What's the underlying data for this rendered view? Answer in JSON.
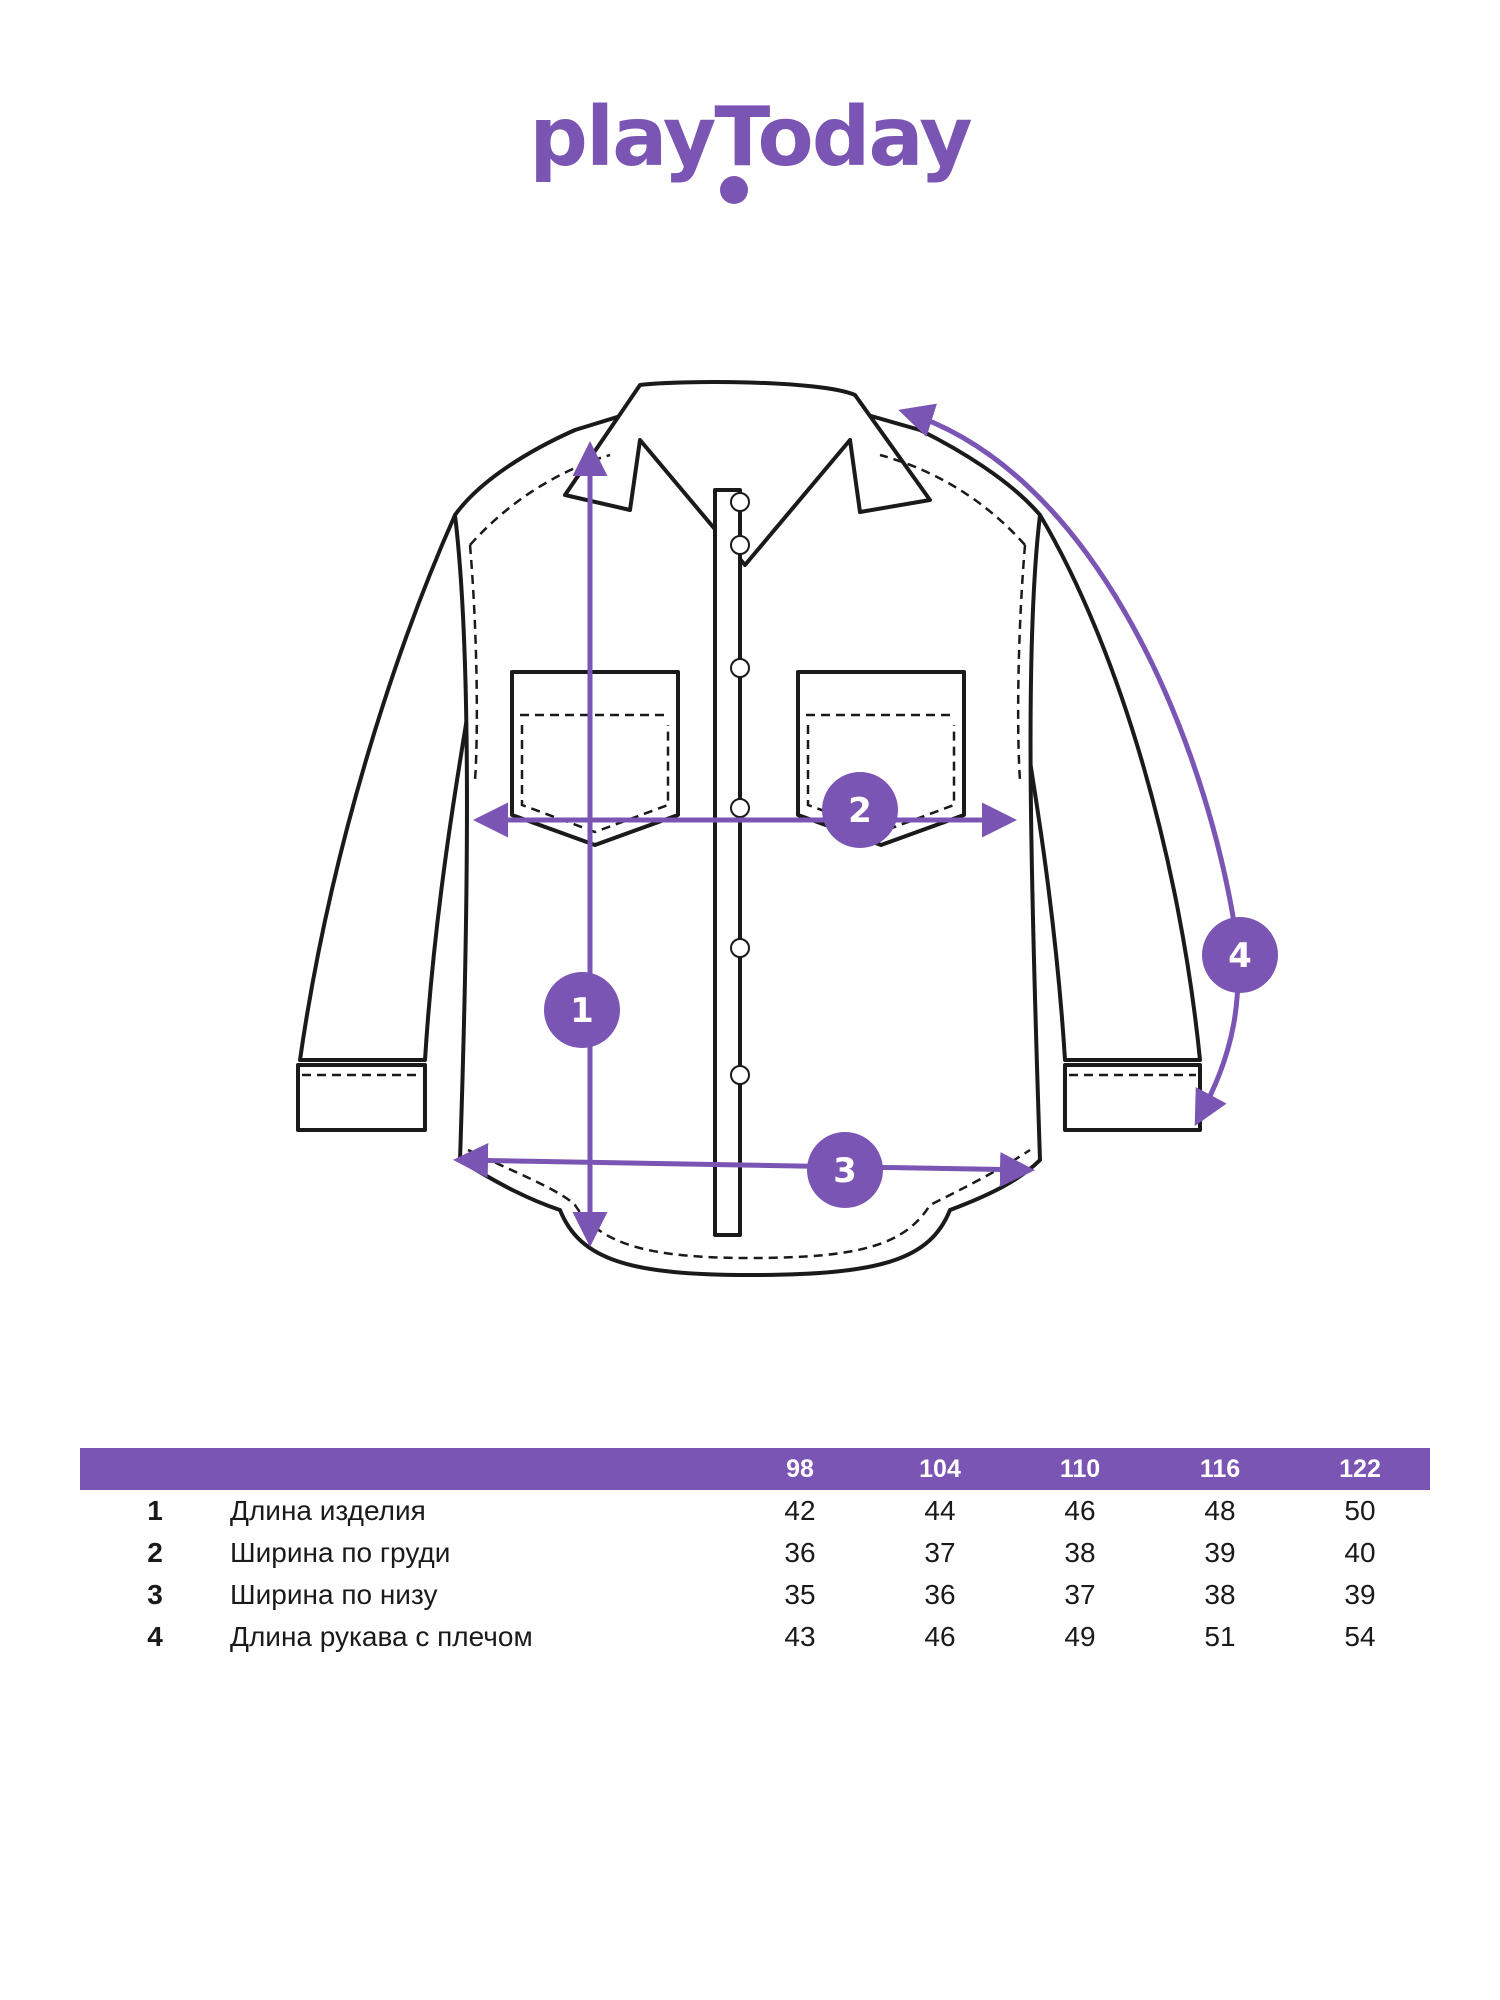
{
  "brand": {
    "logo_text": "playToday",
    "color": "#7a55b3"
  },
  "diagram": {
    "markers": [
      {
        "id": "1",
        "label": "1"
      },
      {
        "id": "2",
        "label": "2"
      },
      {
        "id": "3",
        "label": "3"
      },
      {
        "id": "4",
        "label": "4"
      }
    ]
  },
  "size_table": {
    "sizes": [
      "98",
      "104",
      "110",
      "116",
      "122"
    ],
    "rows": [
      {
        "num": "1",
        "name": "Длина изделия",
        "values": [
          "42",
          "44",
          "46",
          "48",
          "50"
        ]
      },
      {
        "num": "2",
        "name": "Ширина по груди",
        "values": [
          "36",
          "37",
          "38",
          "39",
          "40"
        ]
      },
      {
        "num": "3",
        "name": "Ширина по низу",
        "values": [
          "35",
          "36",
          "37",
          "38",
          "39"
        ]
      },
      {
        "num": "4",
        "name": "Длина рукава с плечом",
        "values": [
          "43",
          "46",
          "49",
          "51",
          "54"
        ]
      }
    ]
  }
}
